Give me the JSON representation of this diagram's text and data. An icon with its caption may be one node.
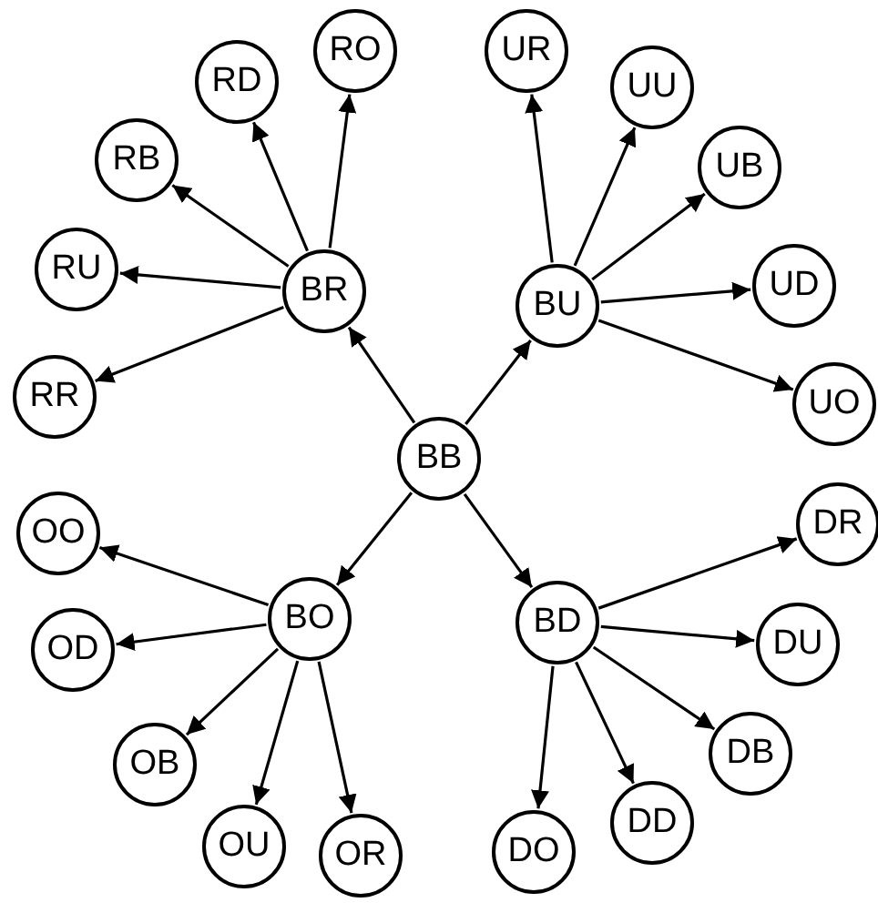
{
  "diagram": {
    "nodes": [
      {
        "text": [
          "BB"
        ]
      },
      {
        "text": [
          "BR"
        ]
      },
      {
        "text": [
          "BU"
        ]
      },
      {
        "text": [
          "BO"
        ]
      },
      {
        "text": [
          "BD"
        ]
      },
      {
        "text": [
          "RO"
        ]
      },
      {
        "text": [
          "RD"
        ]
      },
      {
        "text": [
          "RB"
        ]
      },
      {
        "text": [
          "RU"
        ]
      },
      {
        "text": [
          "RR"
        ]
      },
      {
        "text": [
          "UR"
        ]
      },
      {
        "text": [
          "UU"
        ]
      },
      {
        "text": [
          "UB"
        ]
      },
      {
        "text": [
          "UD"
        ]
      },
      {
        "text": [
          "UO"
        ]
      },
      {
        "text": [
          "OO"
        ]
      },
      {
        "text": [
          "OD"
        ]
      },
      {
        "text": [
          "OB"
        ]
      },
      {
        "text": [
          "OU"
        ]
      },
      {
        "text": [
          "OR"
        ]
      },
      {
        "text": [
          "DR"
        ]
      },
      {
        "text": [
          "DU"
        ]
      },
      {
        "text": [
          "DB"
        ]
      },
      {
        "text": [
          "DD"
        ]
      },
      {
        "text": [
          "DO"
        ]
      }
    ],
    "edges": [
      {
        "from": 0,
        "to": 1,
        "arrow": "to"
      },
      {
        "from": 0,
        "to": 2,
        "arrow": "to"
      },
      {
        "from": 0,
        "to": 3,
        "arrow": "to"
      },
      {
        "from": 0,
        "to": 4,
        "arrow": "to"
      },
      {
        "from": 1,
        "to": 5,
        "arrow": "to"
      },
      {
        "from": 1,
        "to": 6,
        "arrow": "to"
      },
      {
        "from": 1,
        "to": 7,
        "arrow": "to"
      },
      {
        "from": 1,
        "to": 8,
        "arrow": "to"
      },
      {
        "from": 1,
        "to": 9,
        "arrow": "to"
      },
      {
        "from": 2,
        "to": 10,
        "arrow": "to"
      },
      {
        "from": 2,
        "to": 11,
        "arrow": "to"
      },
      {
        "from": 2,
        "to": 12,
        "arrow": "to"
      },
      {
        "from": 2,
        "to": 13,
        "arrow": "to"
      },
      {
        "from": 2,
        "to": 14,
        "arrow": "to"
      },
      {
        "from": 3,
        "to": 15,
        "arrow": "to"
      },
      {
        "from": 3,
        "to": 16,
        "arrow": "to"
      },
      {
        "from": 3,
        "to": 17,
        "arrow": "to"
      },
      {
        "from": 3,
        "to": 18,
        "arrow": "to"
      },
      {
        "from": 3,
        "to": 19,
        "arrow": "to"
      },
      {
        "from": 4,
        "to": 20,
        "arrow": "to"
      },
      {
        "from": 4,
        "to": 21,
        "arrow": "to"
      },
      {
        "from": 4,
        "to": 22,
        "arrow": "to"
      },
      {
        "from": 4,
        "to": 23,
        "arrow": "to"
      },
      {
        "from": 4,
        "to": 24,
        "arrow": "to"
      }
    ]
  }
}
